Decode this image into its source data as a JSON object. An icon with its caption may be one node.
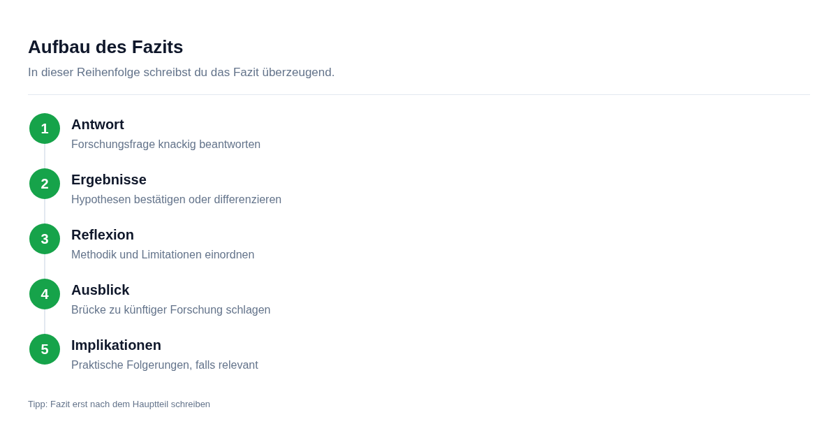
{
  "diagram": {
    "title": "Aufbau des Fazits",
    "nodes": [
      {
        "text": [
          "1"
        ],
        "beside": [
          "Antwort",
          "Forschungsfrage knackig beantworten"
        ]
      },
      {
        "text": [
          "2"
        ],
        "beside": [
          "Ergebnisse",
          "Hypothesen bestätigen oder differenzieren"
        ]
      },
      {
        "text": [
          "3"
        ],
        "beside": [
          "Reflexion",
          "Methodik und Limitationen einordnen"
        ]
      },
      {
        "text": [
          "4"
        ],
        "beside": [
          "Ausblick",
          "Brücke zu künftiger Forschung schlagen"
        ]
      },
      {
        "text": [
          "5"
        ],
        "beside": [
          "Implikationen",
          "Praktische Folgerungen, falls relevant"
        ]
      }
    ],
    "edges": [
      {
        "from": 0,
        "to": 1,
        "arrow": "none"
      },
      {
        "from": 1,
        "to": 2,
        "arrow": "none"
      },
      {
        "from": 2,
        "to": 3,
        "arrow": "none"
      },
      {
        "from": 3,
        "to": 4,
        "arrow": "none"
      }
    ],
    "labels": [
      "In dieser Reihenfolge schreibst du das Fazit überzeugend.",
      "Tipp: Fazit erst nach dem Hauptteil schreiben"
    ]
  }
}
